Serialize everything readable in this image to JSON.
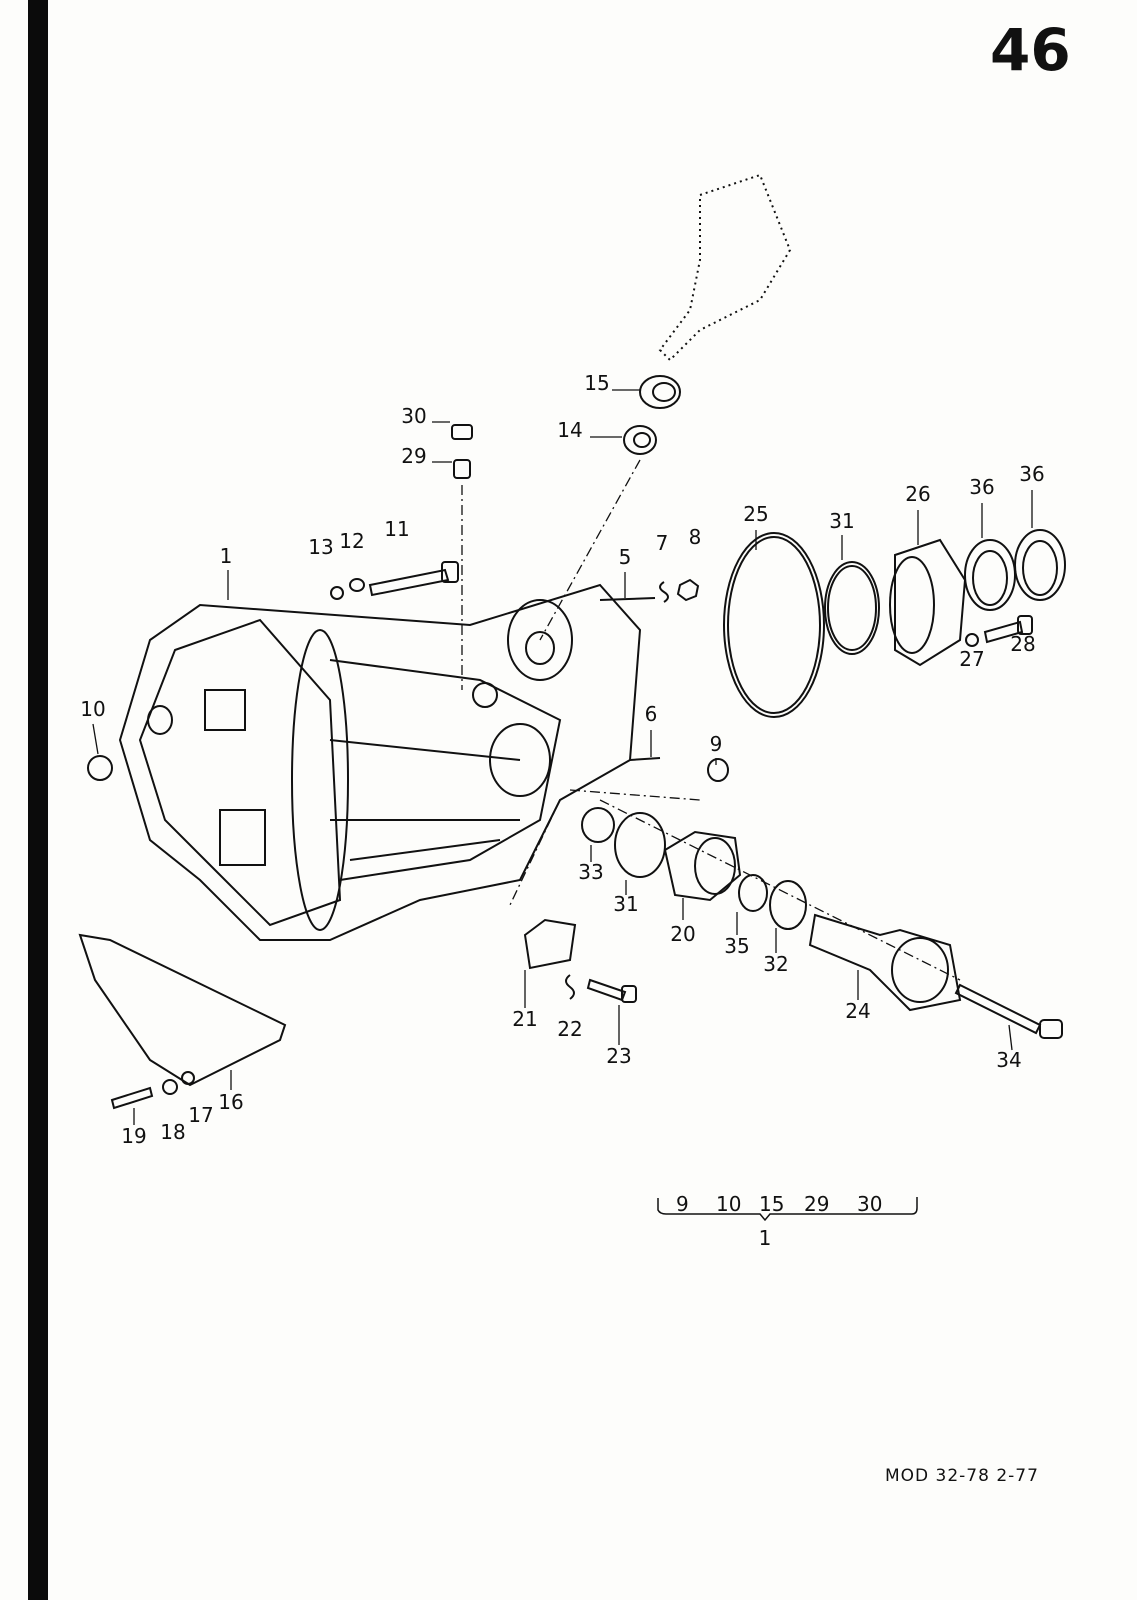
{
  "page_number": "46",
  "footer_code": "MOD 32-78  2-77",
  "callouts": {
    "c1": "1",
    "c13": "13",
    "c12": "12",
    "c11": "11",
    "c30": "30",
    "c29": "29",
    "c15": "15",
    "c14": "14",
    "c5": "5",
    "c7": "7",
    "c8": "8",
    "c25": "25",
    "c31a": "31",
    "c26": "26",
    "c36a": "36",
    "c36b": "36",
    "c27": "27",
    "c28": "28",
    "c10": "10",
    "c6": "6",
    "c9": "9",
    "c33": "33",
    "c31b": "31",
    "c20": "20",
    "c35": "35",
    "c32": "32",
    "c24": "24",
    "c34": "34",
    "c21": "21",
    "c22": "22",
    "c23": "23",
    "c16": "16",
    "c17": "17",
    "c18": "18",
    "c19": "19"
  },
  "kit_group": {
    "items": [
      "9",
      "10",
      "15",
      "29",
      "30"
    ],
    "parent": "1"
  }
}
